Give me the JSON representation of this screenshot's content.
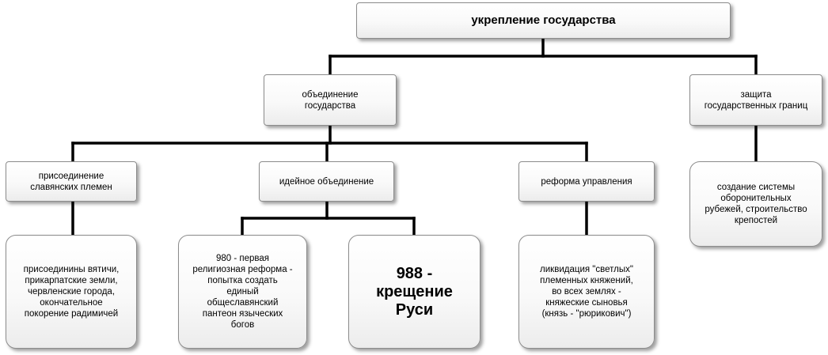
{
  "diagram": {
    "type": "hierarchy",
    "line_color": "#000000",
    "nodes": {
      "root": "укрепление государства",
      "unify": "объединение\nгосударства",
      "borders": "защита\nгосударственных границ",
      "annex": "присоединение\nславянских племен",
      "ideological": "идейное объединение",
      "reform": "реформа управления",
      "annex_detail": "присоединины вятичи,\nприкарпатские земли,\nчервленские города,\nокончательное\nпокорение радимичей",
      "first_reform": "980 - первая\nрелигиозная реформа -\nпопытка создать\nединый\nобщеславянский\nпантеон языческих\nбогов",
      "baptism": "988 -\nкрещение\nРуси",
      "reform_detail": "ликвидация \"светлых\"\nплеменных княжений,\nво всех землях -\nкняжеские сыновья\n(князь - \"рюрикович\")",
      "borders_detail": "создание системы\nоборонительных\nрубежей, строительство\nкрепостей"
    },
    "edges": [
      [
        "root",
        "unify"
      ],
      [
        "root",
        "borders"
      ],
      [
        "unify",
        "annex"
      ],
      [
        "unify",
        "ideological"
      ],
      [
        "unify",
        "reform"
      ],
      [
        "annex",
        "annex_detail"
      ],
      [
        "ideological",
        "first_reform"
      ],
      [
        "ideological",
        "baptism"
      ],
      [
        "reform",
        "reform_detail"
      ],
      [
        "borders",
        "borders_detail"
      ]
    ]
  }
}
